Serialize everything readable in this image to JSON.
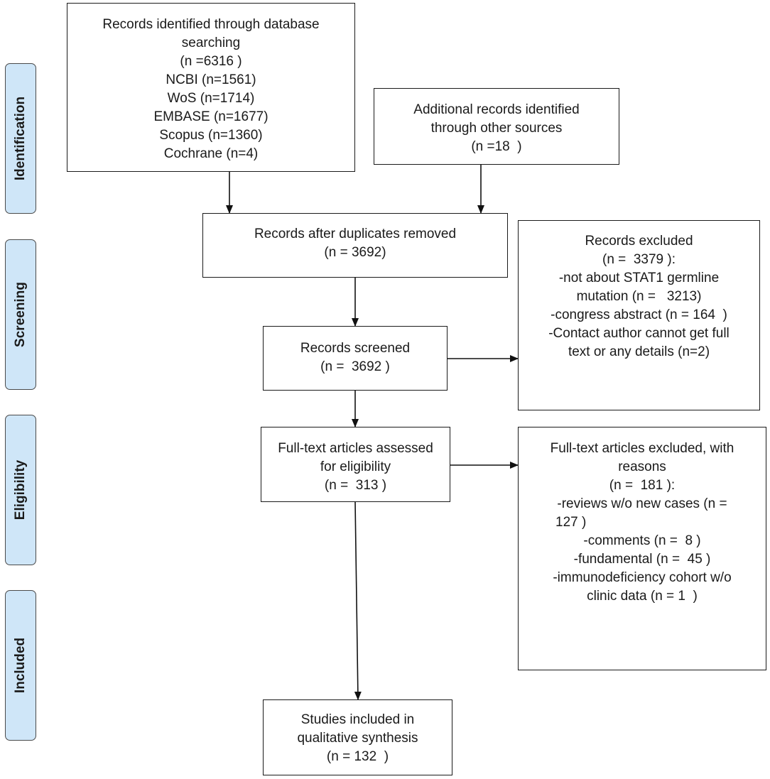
{
  "stages": [
    {
      "id": "identification",
      "label": "Identification"
    },
    {
      "id": "screening",
      "label": "Screening"
    },
    {
      "id": "eligibility",
      "label": "Eligibility"
    },
    {
      "id": "included",
      "label": "Included"
    }
  ],
  "boxes": {
    "db_search": {
      "lines": [
        "Records identified through database",
        "searching",
        "(n =6316 )",
        "NCBI (n=1561)",
        "WoS (n=1714)",
        "EMBASE (n=1677)",
        "Scopus (n=1360)",
        "Cochrane (n=4)"
      ]
    },
    "other_sources": {
      "lines": [
        "Additional records identified",
        "through other sources",
        "(n =18  )"
      ]
    },
    "dedup": {
      "lines": [
        "Records after duplicates removed",
        "(n = 3692)"
      ]
    },
    "excluded": {
      "lines": [
        "Records excluded",
        "(n =  3379 ):",
        "-not about STAT1 germline",
        "mutation (n =   3213)",
        "-congress abstract (n = 164  )",
        "-Contact author cannot get full",
        "text or any details (n=2)"
      ]
    },
    "screened": {
      "lines": [
        "Records screened",
        "(n =  3692 )"
      ]
    },
    "fulltext": {
      "lines": [
        "Full-text articles assessed",
        "for eligibility",
        "(n =  313 )"
      ]
    },
    "fulltext_excluded": {
      "lines": [
        "Full-text articles excluded, with",
        "reasons",
        "(n =  181 ):",
        "-reviews w/o new cases (n =",
        "127 )",
        "-comments (n =  8 )",
        "-fundamental (n =  45 )",
        "-immunodeficiency cohort w/o",
        "clinic data (n = 1  )"
      ]
    },
    "included": {
      "lines": [
        "Studies included in",
        "qualitative synthesis",
        "(n = 132  )"
      ]
    }
  }
}
